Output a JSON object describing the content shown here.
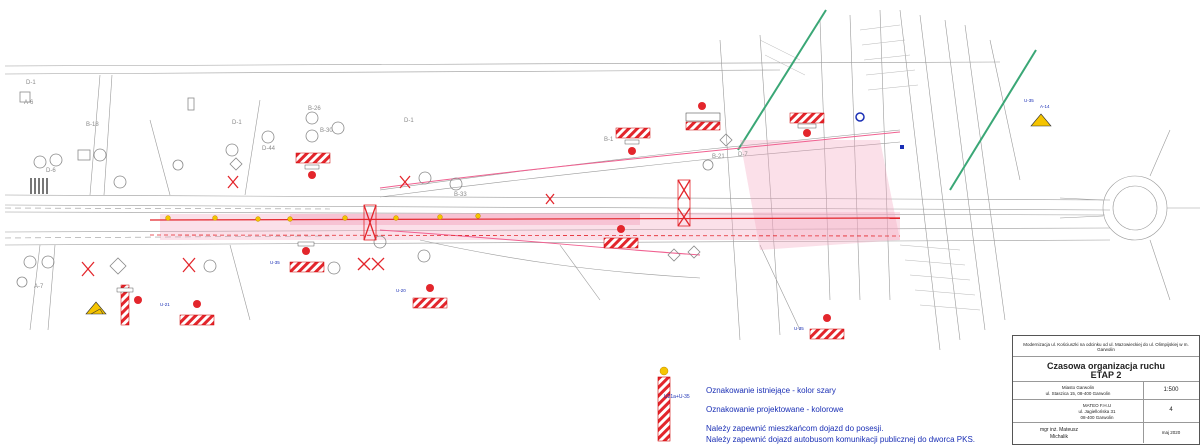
{
  "map": {
    "labels": {
      "d1_a": "D-1",
      "d1_b": "D-1",
      "d1_c": "D-1",
      "a6": "A-6",
      "a7": "A-7",
      "b18": "B-18",
      "b26": "B-26",
      "b30": "B-30",
      "d44": "D-44",
      "d6": "D-6",
      "b1": "B-1",
      "b21": "B-21",
      "b33": "B-33",
      "u21": "U-21",
      "u20": "U-20",
      "u35a": "U-35",
      "u35b": "U-35",
      "u35c": "U-35",
      "d7": "D-7",
      "a14": "A-14"
    }
  },
  "legend": {
    "existing": "Oznakowanie istniejące - kolor szary",
    "projected": "Oznakowanie projektowane - kolorowe",
    "note1": "Należy zapewnić mieszkańcom dojazd do posesji.",
    "note2": "Należy zapewnić dojazd autobusom komunikacji publicznej do dworca PKS.",
    "barrier_label": "U21a+U-35"
  },
  "title_block": {
    "project": "Modernizacja ul. Kościuszki na odcinku od ul. Mazowieckiej do ul. Olimpijskiej w m. Garwolin",
    "title_line1": "Czasowa organizacja ruchu",
    "title_line2": "ETAP 2",
    "investor_line1": "Miasto Garwolin",
    "investor_line2": "ul. Staszica 15, 08-400 Garwolin",
    "scale": "1:500",
    "designer_line1": "MATEO F.H.U",
    "designer_line2": "ul. Jagiellońska 31",
    "designer_line3": "08-400 Garwolin",
    "sheet_no": "4",
    "author_line1": "mgr inż. Mateusz",
    "author_line2": "Michalik",
    "date": "maj 2020"
  },
  "colors": {
    "existing_grey": "#8a8a8a",
    "projected_red": "#e3262c",
    "projected_pink": "#f4a6c0",
    "green_lines": "#3aa776",
    "legend_blue": "#1a2fb5",
    "warning_yellow": "#f5c400"
  }
}
